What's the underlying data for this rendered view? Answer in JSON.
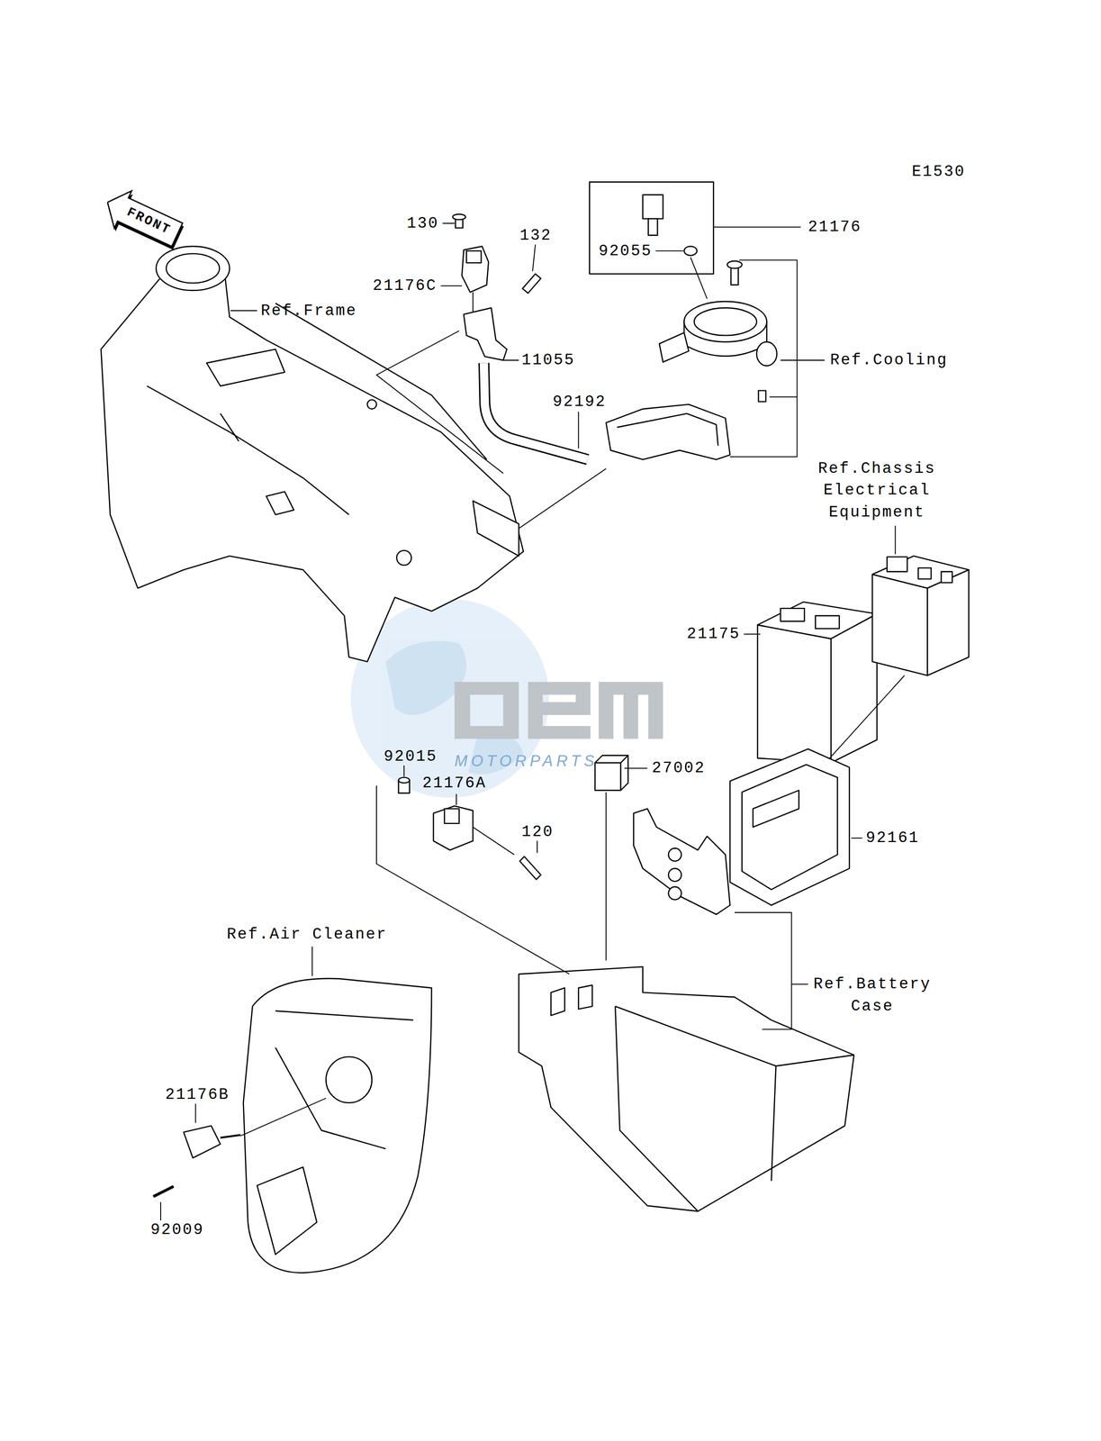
{
  "diagram": {
    "nodes": [
      {
        "text": [
          "FRONT"
        ]
      }
    ],
    "labels": [
      "E1530",
      "130",
      "132",
      "21176C",
      "Ref.Frame",
      "21176",
      "92055",
      "11055",
      "Ref.Cooling",
      "92192",
      "Ref.Chassis Electrical Equipment",
      "21175",
      "MOTORPARTS",
      "92015",
      "27002",
      "21176A",
      "120",
      "92161",
      "Ref.Air Cleaner",
      "Ref.Battery Case",
      "21176B",
      "92009"
    ]
  }
}
